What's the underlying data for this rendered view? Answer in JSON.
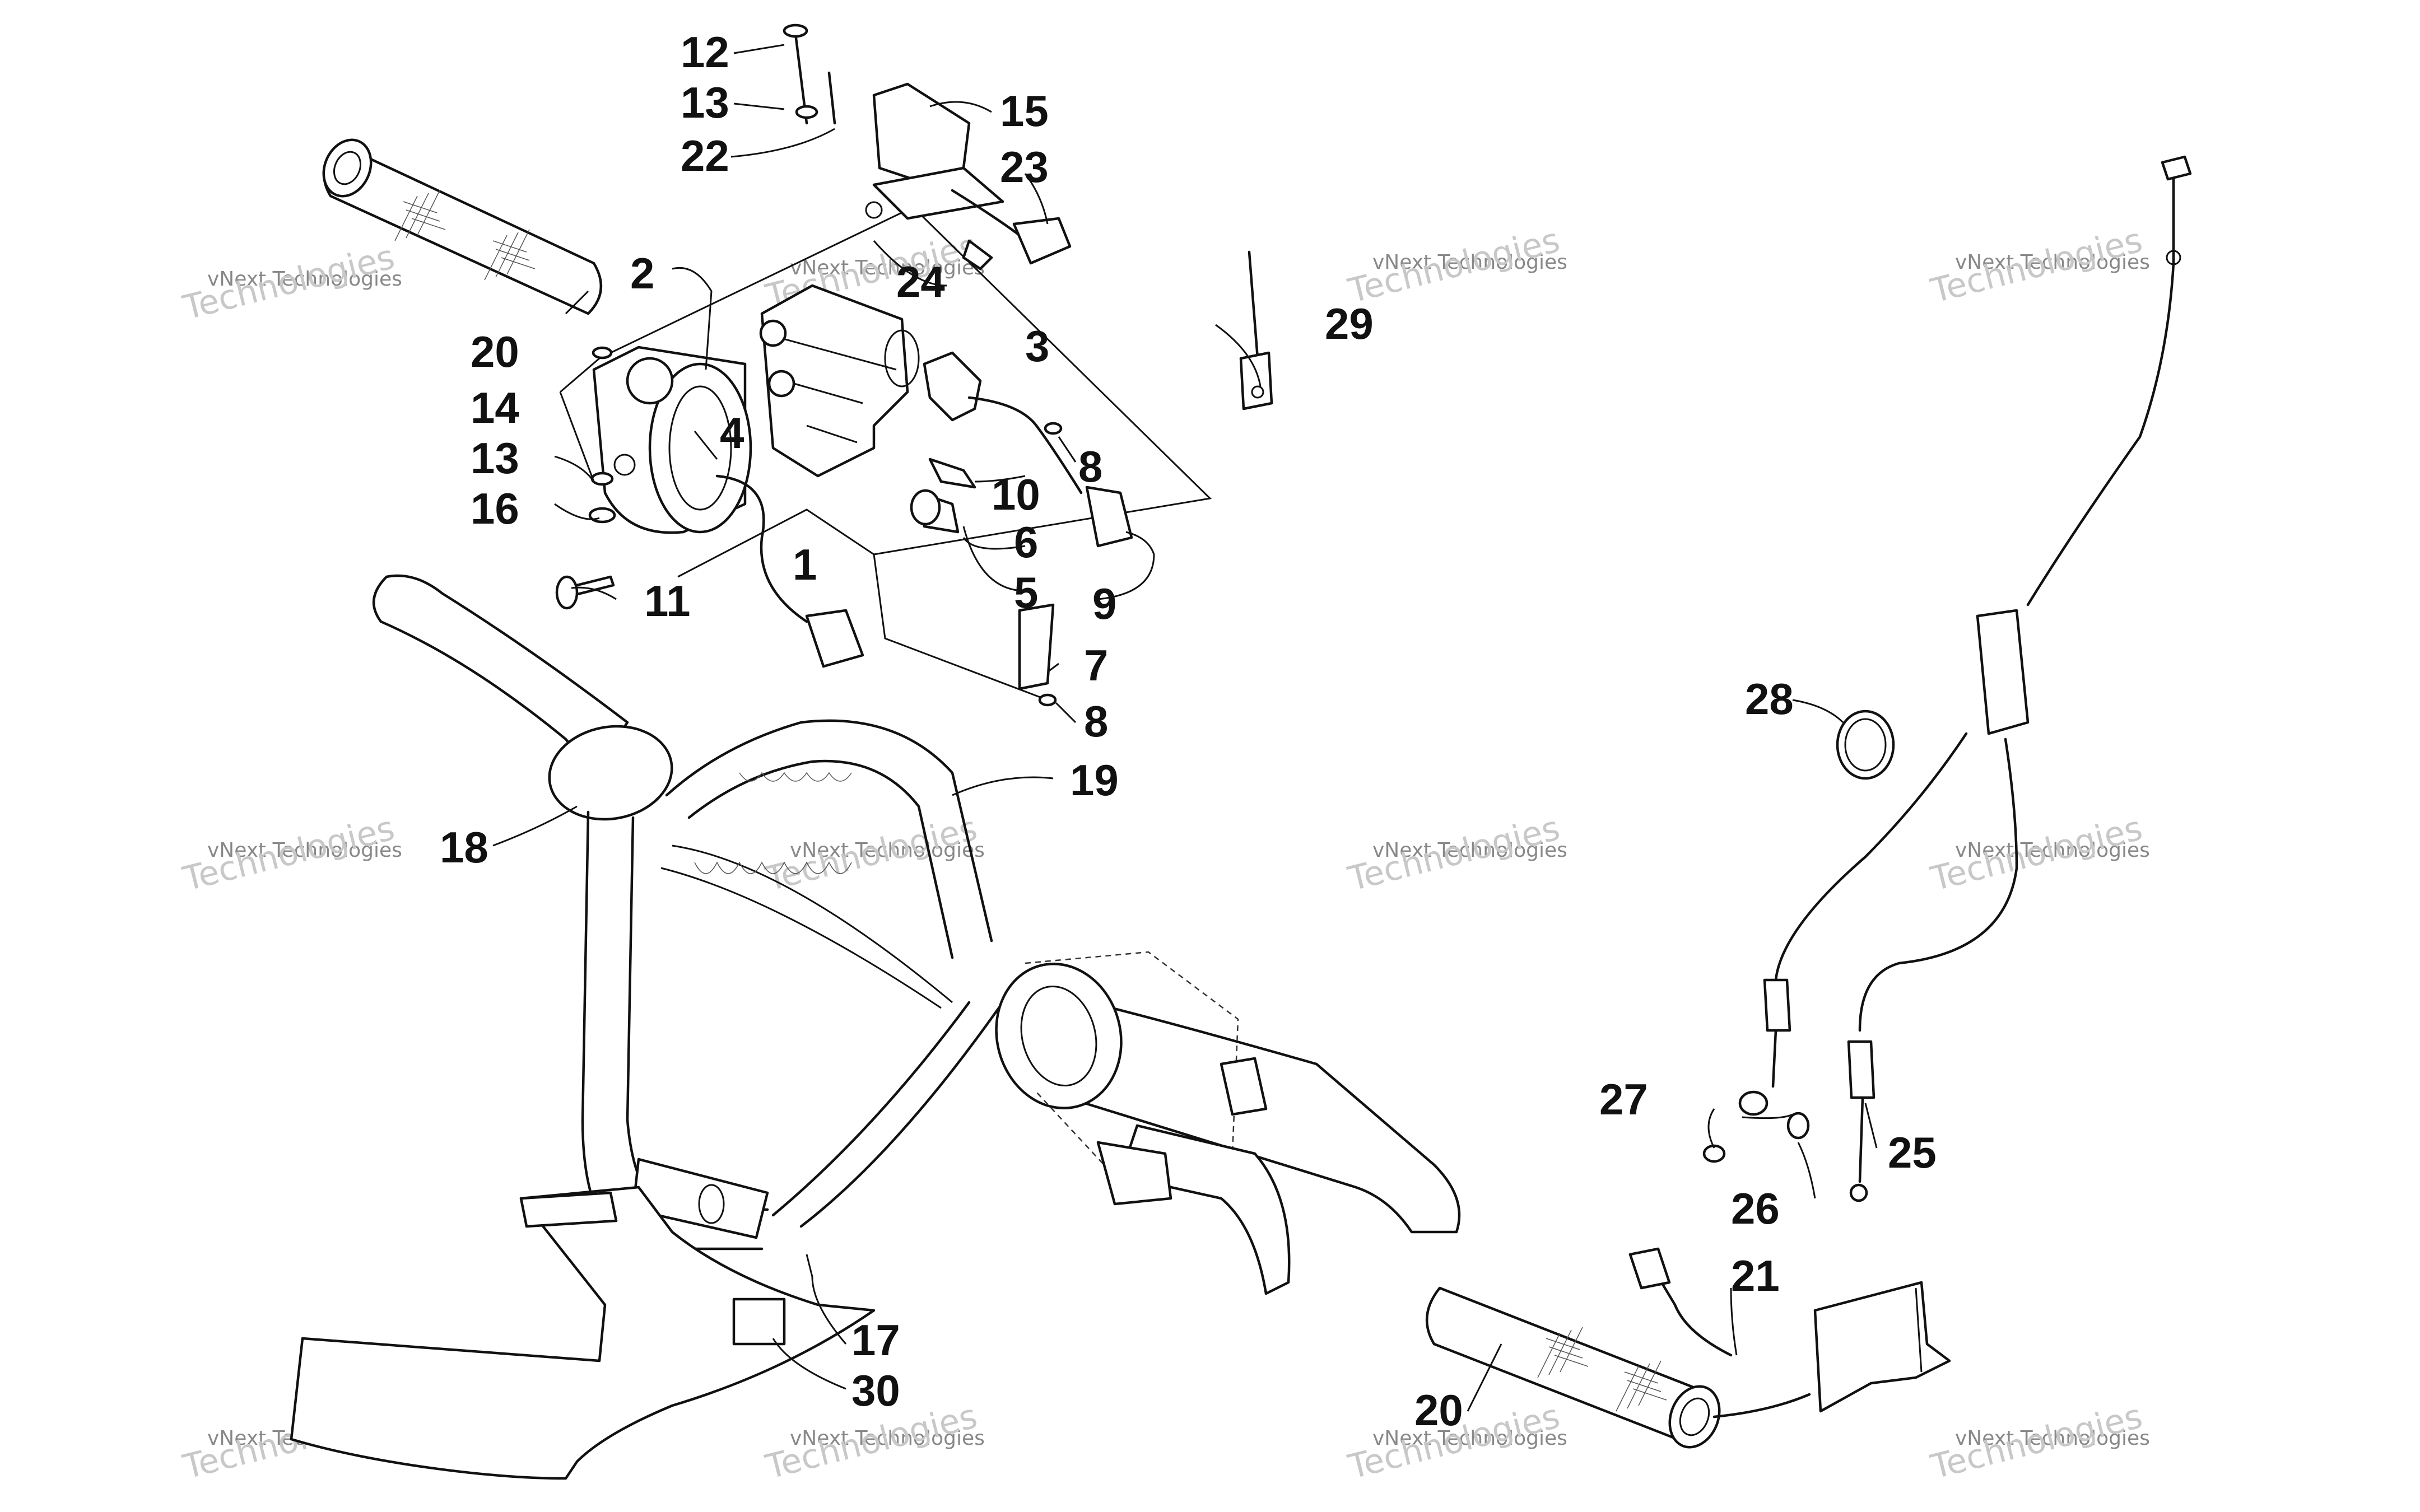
{
  "diagram": {
    "callouts": [
      "1",
      "2",
      "3",
      "4",
      "5",
      "6",
      "7",
      "8",
      "8",
      "9",
      "10",
      "11",
      "12",
      "13",
      "13",
      "14",
      "15",
      "16",
      "17",
      "18",
      "19",
      "20",
      "20",
      "21",
      "22",
      "23",
      "24",
      "25",
      "26",
      "27",
      "28",
      "29",
      "30"
    ],
    "watermark": {
      "line1": "vNext Technologies",
      "line2": "Technologies"
    }
  }
}
